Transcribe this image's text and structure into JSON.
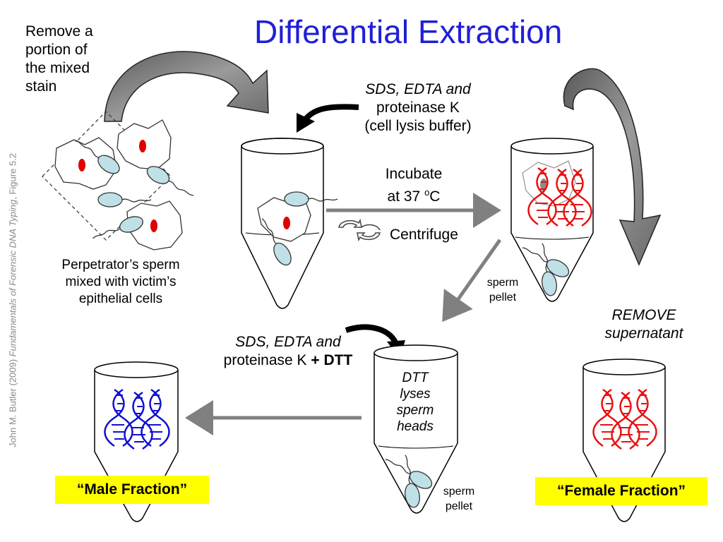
{
  "title": "Differential Extraction",
  "credit": {
    "prefix": "John M. Butler (2009) ",
    "book": "Fundamentals of Forensic DNA Typing",
    "suffix": ", Figure 5.2"
  },
  "step_remove_portion": [
    "Remove a",
    "portion of",
    "the mixed",
    "stain"
  ],
  "mixture_caption": [
    "Perpetrator’s sperm",
    "mixed with victim’s",
    "epithelial cells"
  ],
  "lysis_buffer": {
    "line1": "SDS, EDTA and",
    "line2": "proteinase K",
    "line3": "(cell lysis buffer)"
  },
  "incubate": {
    "line1": "Incubate",
    "line2_prefix": "at 37 ",
    "line2_sup": "o",
    "line2_suffix": "C"
  },
  "centrifuge": "Centrifuge",
  "sperm_pellet_1": [
    "sperm",
    "pellet"
  ],
  "remove_supernatant": [
    "REMOVE",
    "supernatant"
  ],
  "dtt_buffer": {
    "line1": "SDS, EDTA and",
    "line2_prefix": "proteinase K ",
    "line2_bold": "+ DTT"
  },
  "dtt_note": [
    "DTT",
    "lyses",
    "sperm",
    "heads"
  ],
  "sperm_pellet_2": [
    "sperm",
    "pellet"
  ],
  "male_fraction": "“Male Fraction”",
  "female_fraction": "“Female Fraction”",
  "colors": {
    "title": "#1f1fd6",
    "female_dna": "#e81010",
    "male_dna": "#1010d0",
    "sperm": "#bfe0e6",
    "nucleus": "#e00000",
    "highlight": "#ffff00",
    "arrow_gray": "#808080"
  }
}
